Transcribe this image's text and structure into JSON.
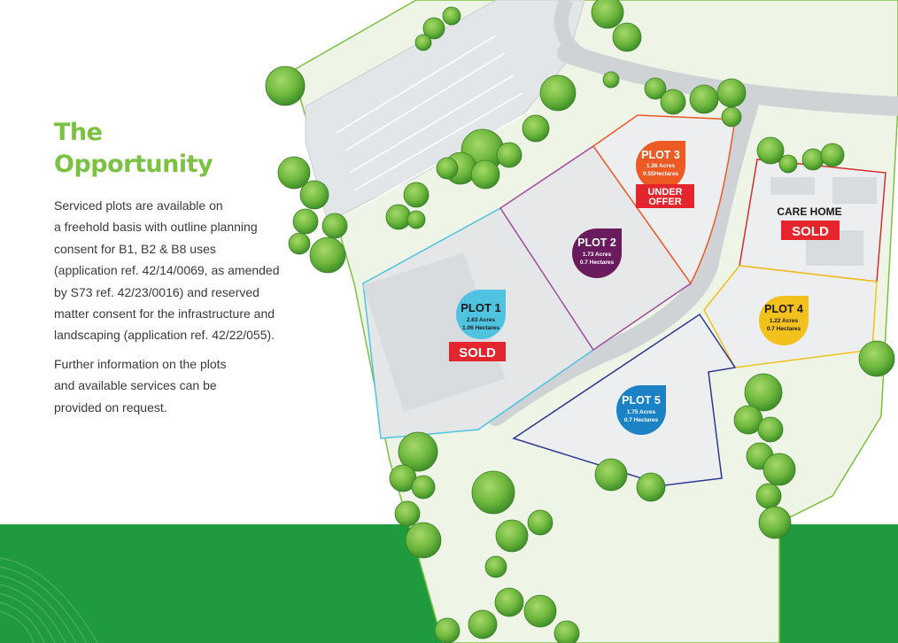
{
  "title_lines": [
    "The",
    "Opportunity"
  ],
  "paragraphs": [
    [
      "Serviced plots are available on",
      "a freehold basis  with outline planning",
      "consent  for B1, B2 & B8 uses",
      "(application ref. 42/14/0069, as amended",
      "by S73 ref. 42/23/0016)  and reserved",
      "matter consent for the infrastructure and",
      "landscaping (application ref. 42/22/055)."
    ],
    [
      "Further information on the plots",
      "and available services can be",
      "provided on request."
    ]
  ],
  "plots": [
    {
      "name": "PLOT 1",
      "acres": "2.63 Acres",
      "hectares": "1.06 Hectares",
      "color": "#4fc3e0",
      "status": "SOLD",
      "text_color": "#1a1a1a"
    },
    {
      "name": "PLOT 2",
      "acres": "1.73 Acres",
      "hectares": "0.7 Hectares",
      "color": "#6a1b5e",
      "status": "",
      "text_color": "#ffffff"
    },
    {
      "name": "PLOT 3",
      "acres": "1.36 Acres",
      "hectares": "0.55Hectares",
      "color": "#ee5a24",
      "status": "UNDER OFFER",
      "status_lines": [
        "UNDER",
        "OFFER"
      ],
      "text_color": "#ffffff"
    },
    {
      "name": "PLOT 4",
      "acres": "1.22 Acres",
      "hectares": "0.7 Hectares",
      "color": "#f3c11b",
      "status": "",
      "text_color": "#1a1a1a"
    },
    {
      "name": "PLOT 5",
      "acres": "1.75 Acres",
      "hectares": "0.7 Hectares",
      "color": "#1b82c5",
      "status": "",
      "text_color": "#ffffff"
    }
  ],
  "care_home": {
    "label": "CARE HOME",
    "status": "SOLD"
  },
  "colors": {
    "accent_green": "#7cc242",
    "band_green": "#1f9a3f",
    "sold_red": "#e5252d"
  }
}
